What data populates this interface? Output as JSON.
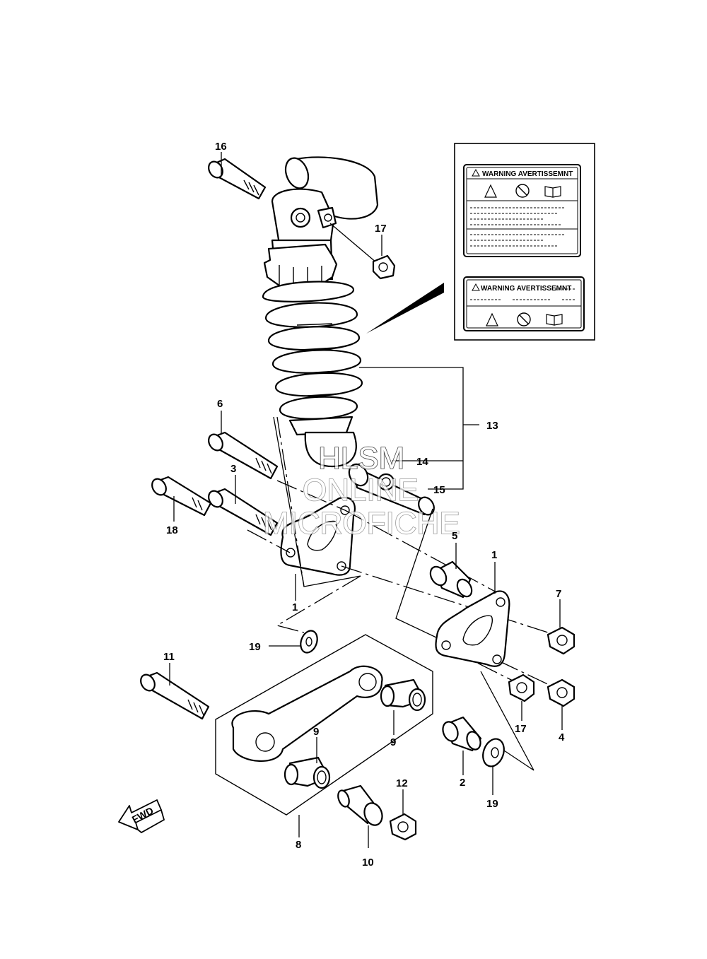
{
  "callouts": {
    "c16": "16",
    "c17a": "17",
    "c13": "13",
    "c14": "14",
    "c15": "15",
    "c6": "6",
    "c3": "3",
    "c18": "18",
    "c1a": "1",
    "c5": "5",
    "c1b": "1",
    "c7": "7",
    "c19a": "19",
    "c11": "11",
    "c17b": "17",
    "c4": "4",
    "c9a": "9",
    "c9b": "9",
    "c2": "2",
    "c12": "12",
    "c19b": "19",
    "c8": "8",
    "c10": "10"
  },
  "warning_label": {
    "title_top": "WARNING AVERTISSEMNT",
    "title_bottom": "WARNING AVERTISSEMNT"
  },
  "watermark": {
    "line1": "HLSM",
    "line2": "ONLINE",
    "line3": "MICROFICHE"
  },
  "fwd_label": "FWD"
}
